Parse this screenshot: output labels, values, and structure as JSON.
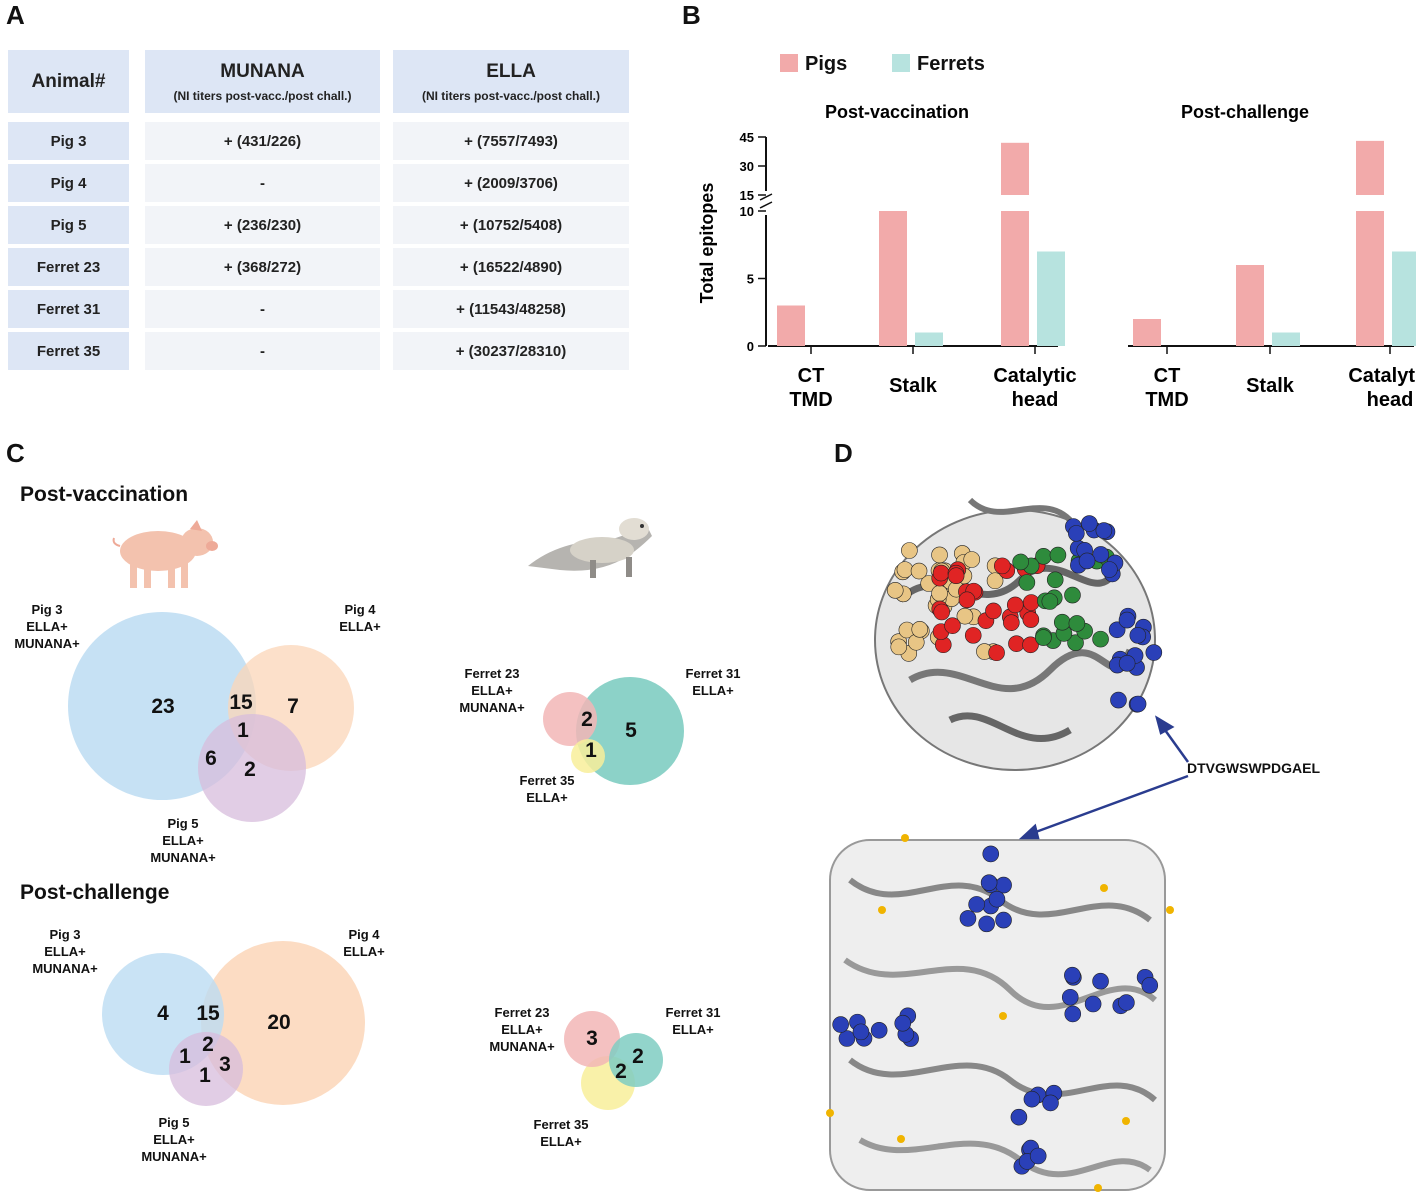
{
  "panels": {
    "a": "A",
    "b": "B",
    "c": "C",
    "d": "D"
  },
  "table": {
    "headers": {
      "animal": "Animal#",
      "munana": "MUNANA",
      "munana_sub": "(NI titers post-vacc./post chall.)",
      "ella": "ELLA",
      "ella_sub": "(NI titers post-vacc./post chall.)"
    },
    "rows": [
      {
        "animal": "Pig 3",
        "munana": "+ (431/226)",
        "ella": "+ (7557/7493)"
      },
      {
        "animal": "Pig 4",
        "munana": "-",
        "ella": "+ (2009/3706)"
      },
      {
        "animal": "Pig 5",
        "munana": "+ (236/230)",
        "ella": "+ (10752/5408)"
      },
      {
        "animal": "Ferret 23",
        "munana": "+ (368/272)",
        "ella": "+ (16522/4890)"
      },
      {
        "animal": "Ferret 31",
        "munana": "-",
        "ella": "+ (11543/48258)"
      },
      {
        "animal": "Ferret 35",
        "munana": "-",
        "ella": "+ (30237/28310)"
      }
    ]
  },
  "chart_data": {
    "type": "bar",
    "ylabel": "Total epitopes",
    "yticks": [
      "0",
      "5",
      "10",
      "15",
      "30",
      "45"
    ],
    "axis_break": [
      10,
      15
    ],
    "categories": [
      "CT TMD",
      "Stalk",
      "Catalytic head"
    ],
    "category_lines": [
      [
        "CT",
        "TMD"
      ],
      [
        "Stalk"
      ],
      [
        "Catalytic",
        "head"
      ]
    ],
    "legend": {
      "position": "top-left",
      "items": [
        {
          "name": "Pigs",
          "color": "#f2aaaa"
        },
        {
          "name": "Ferrets",
          "color": "#b7e3df"
        }
      ]
    },
    "groups": [
      {
        "title": "Post-vaccination",
        "series": [
          {
            "name": "Pigs",
            "values": [
              3,
              10,
              42
            ]
          },
          {
            "name": "Ferrets",
            "values": [
              0,
              1,
              7
            ]
          }
        ]
      },
      {
        "title": "Post-challenge",
        "series": [
          {
            "name": "Pigs",
            "values": [
              2,
              6,
              43
            ]
          },
          {
            "name": "Ferrets",
            "values": [
              0,
              1,
              7
            ]
          }
        ]
      }
    ]
  },
  "venn": {
    "post_vacc_title": "Post-vaccination",
    "post_chall_title": "Post-challenge",
    "labels": {
      "pig3": [
        "Pig 3",
        "ELLA+",
        "MUNANA+"
      ],
      "pig4": [
        "Pig 4",
        "ELLA+"
      ],
      "pig5": [
        "Pig 5",
        "ELLA+",
        "MUNANA+"
      ],
      "ferret23": [
        "Ferret 23",
        "ELLA+",
        "MUNANA+"
      ],
      "ferret31": [
        "Ferret 31",
        "ELLA+"
      ],
      "ferret35": [
        "Ferret 35",
        "ELLA+"
      ]
    },
    "numbers": {
      "pv_pig": [
        "23",
        "15",
        "7",
        "1",
        "6",
        "2"
      ],
      "pv_ferret": [
        "2",
        "5",
        "1"
      ],
      "pc_pig": [
        "4",
        "15",
        "20",
        "2",
        "1",
        "1",
        "3"
      ],
      "pc_ferret": [
        "3",
        "2",
        "2"
      ]
    },
    "colors": {
      "blue": "#bcdcf2",
      "orange": "#fbd6b8",
      "purple": "#d7bcdc",
      "pink": "#f2b6b6",
      "teal": "#7fcdc2",
      "yellow": "#f8ef9a"
    }
  },
  "structure": {
    "peptide": "DTVGWSWPDGAEL"
  }
}
